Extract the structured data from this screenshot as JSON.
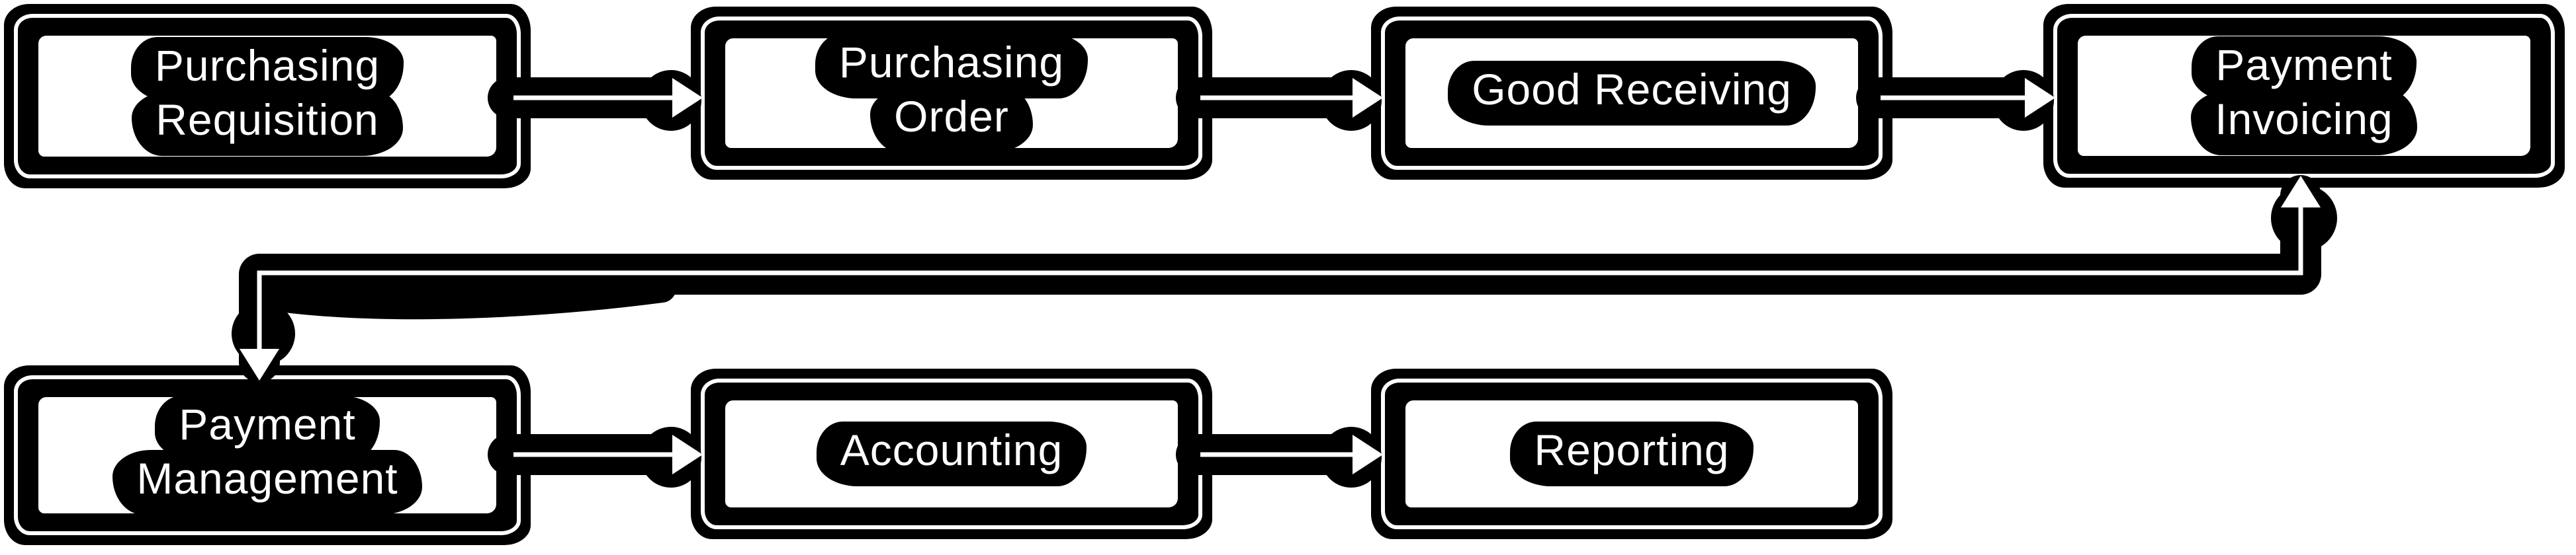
{
  "diagram": {
    "type": "flowchart",
    "background_color": "#ffffff",
    "stroke_color": "#000000",
    "node_fill_color": "#ffffff",
    "label_text_color": "#ffffff",
    "label_highlight_color": "#000000",
    "nodes": [
      {
        "id": "purchasing-requisition",
        "label": "Purchasing Requisition",
        "lines": [
          "Purchasing",
          "Requisition"
        ],
        "row": 1
      },
      {
        "id": "purchasing-order",
        "label": "Purchasing Order",
        "lines": [
          "Purchasing",
          "Order"
        ],
        "row": 1
      },
      {
        "id": "good-receiving",
        "label": "Good Receiving",
        "lines": [
          "Good Receiving"
        ],
        "row": 1
      },
      {
        "id": "payment-invoicing",
        "label": "Payment Invoicing",
        "lines": [
          "Payment",
          "Invoicing"
        ],
        "row": 1
      },
      {
        "id": "payment-management",
        "label": "Payment Management",
        "lines": [
          "Payment",
          "Management"
        ],
        "row": 2
      },
      {
        "id": "accounting",
        "label": "Accounting",
        "lines": [
          "Accounting"
        ],
        "row": 2
      },
      {
        "id": "reporting",
        "label": "Reporting",
        "lines": [
          "Reporting"
        ],
        "row": 2
      }
    ],
    "edges": [
      {
        "from": "purchasing-requisition",
        "to": "purchasing-order",
        "shape": "straight-right",
        "arrowhead": "right"
      },
      {
        "from": "purchasing-order",
        "to": "good-receiving",
        "shape": "straight-right",
        "arrowhead": "right"
      },
      {
        "from": "good-receiving",
        "to": "payment-invoicing",
        "shape": "straight-right",
        "arrowhead": "right"
      },
      {
        "from": "payment-invoicing",
        "to": "payment-management",
        "shape": "elbow-down-left-down",
        "arrowhead": "both-ends (up into Payment Invoicing bottom, down into Payment Management top)"
      },
      {
        "from": "payment-management",
        "to": "accounting",
        "shape": "straight-right",
        "arrowhead": "right"
      },
      {
        "from": "accounting",
        "to": "reporting",
        "shape": "straight-right",
        "arrowhead": "right"
      }
    ]
  }
}
